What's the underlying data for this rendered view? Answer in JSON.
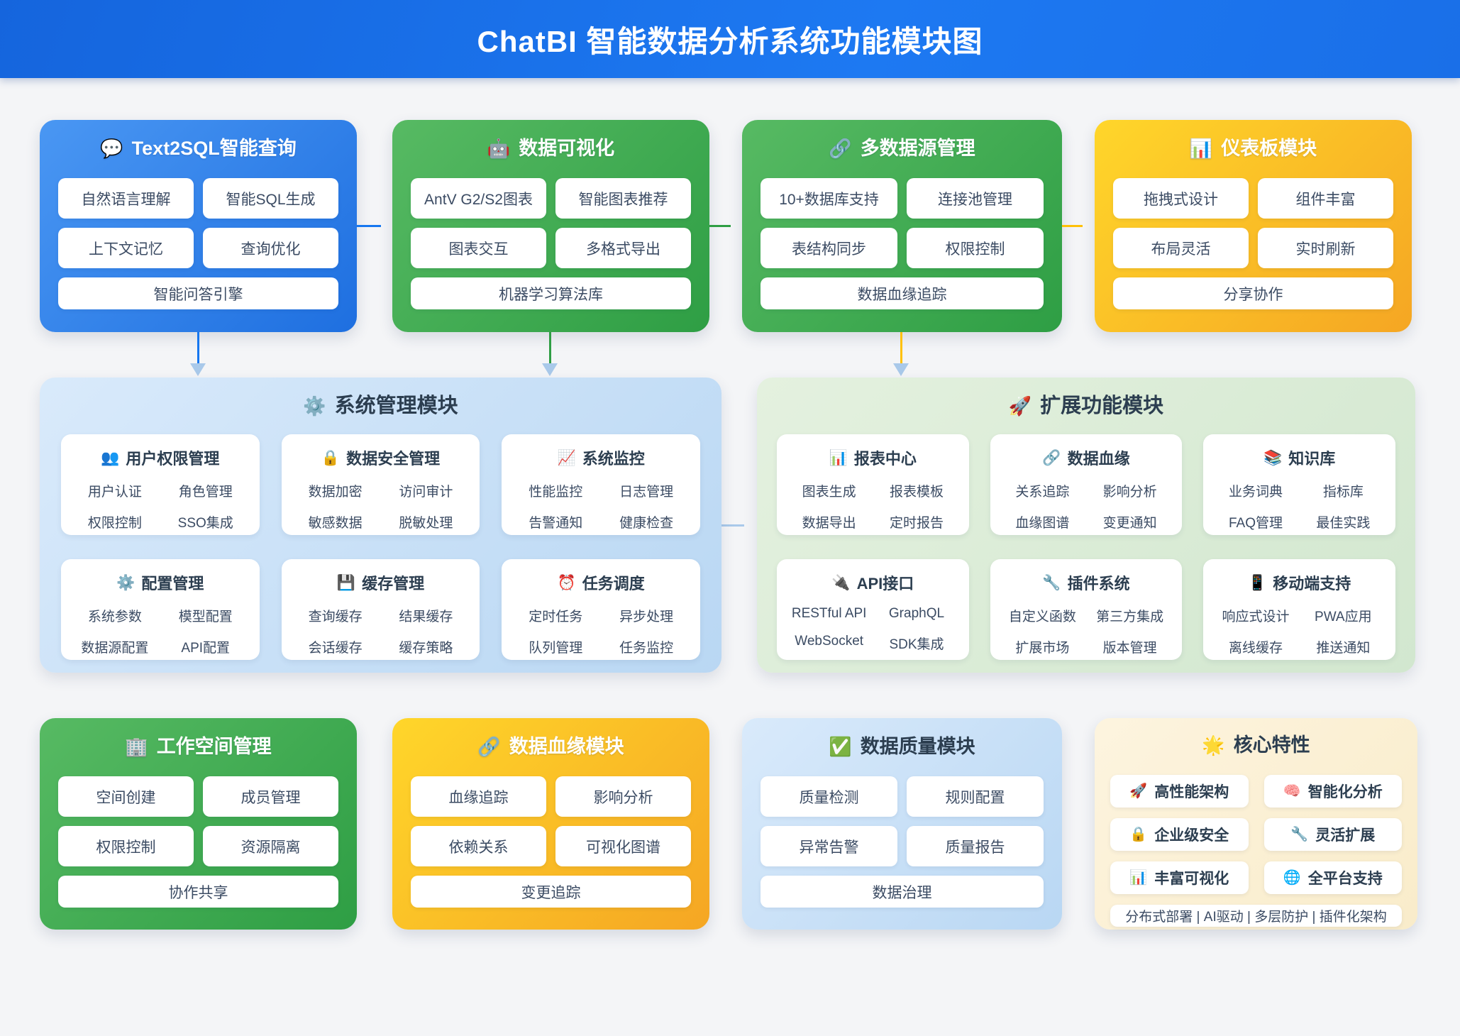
{
  "header": {
    "title": "ChatBI 智能数据分析系统功能模块图"
  },
  "top_modules": [
    {
      "icon": "💬",
      "title": "Text2SQL智能查询",
      "theme": "blue",
      "items": [
        "自然语言理解",
        "智能SQL生成",
        "上下文记忆",
        "查询优化",
        "智能问答引擎"
      ]
    },
    {
      "icon": "🤖",
      "title": "数据可视化",
      "theme": "green",
      "items": [
        "AntV G2/S2图表",
        "智能图表推荐",
        "图表交互",
        "多格式导出",
        "机器学习算法库"
      ]
    },
    {
      "icon": "🔗",
      "title": "多数据源管理",
      "theme": "green",
      "items": [
        "10+数据库支持",
        "连接池管理",
        "表结构同步",
        "权限控制",
        "数据血缘追踪"
      ]
    },
    {
      "icon": "📊",
      "title": "仪表板模块",
      "theme": "yellow",
      "items": [
        "拖拽式设计",
        "组件丰富",
        "布局灵活",
        "实时刷新",
        "分享协作"
      ]
    }
  ],
  "system_module": {
    "icon": "⚙️",
    "title": "系统管理模块",
    "subcards": [
      {
        "icon": "👥",
        "title": "用户权限管理",
        "items": [
          "用户认证",
          "角色管理",
          "权限控制",
          "SSO集成"
        ]
      },
      {
        "icon": "🔒",
        "title": "数据安全管理",
        "items": [
          "数据加密",
          "访问审计",
          "敏感数据",
          "脱敏处理"
        ]
      },
      {
        "icon": "📈",
        "title": "系统监控",
        "items": [
          "性能监控",
          "日志管理",
          "告警通知",
          "健康检查"
        ]
      },
      {
        "icon": "⚙️",
        "title": "配置管理",
        "items": [
          "系统参数",
          "模型配置",
          "数据源配置",
          "API配置"
        ]
      },
      {
        "icon": "💾",
        "title": "缓存管理",
        "items": [
          "查询缓存",
          "结果缓存",
          "会话缓存",
          "缓存策略"
        ]
      },
      {
        "icon": "⏰",
        "title": "任务调度",
        "items": [
          "定时任务",
          "异步处理",
          "队列管理",
          "任务监控"
        ]
      }
    ]
  },
  "extension_module": {
    "icon": "🚀",
    "title": "扩展功能模块",
    "subcards": [
      {
        "icon": "📊",
        "title": "报表中心",
        "items": [
          "图表生成",
          "报表模板",
          "数据导出",
          "定时报告"
        ]
      },
      {
        "icon": "🔗",
        "title": "数据血缘",
        "items": [
          "关系追踪",
          "影响分析",
          "血缘图谱",
          "变更通知"
        ]
      },
      {
        "icon": "📚",
        "title": "知识库",
        "items": [
          "业务词典",
          "指标库",
          "FAQ管理",
          "最佳实践"
        ]
      },
      {
        "icon": "🔌",
        "title": "API接口",
        "items": [
          "RESTful API",
          "GraphQL",
          "WebSocket",
          "SDK集成"
        ]
      },
      {
        "icon": "🔧",
        "title": "插件系统",
        "items": [
          "自定义函数",
          "第三方集成",
          "扩展市场",
          "版本管理"
        ]
      },
      {
        "icon": "📱",
        "title": "移动端支持",
        "items": [
          "响应式设计",
          "PWA应用",
          "离线缓存",
          "推送通知"
        ]
      }
    ]
  },
  "bottom_modules": [
    {
      "icon": "🏢",
      "title": "工作空间管理",
      "theme": "green",
      "items": [
        "空间创建",
        "成员管理",
        "权限控制",
        "资源隔离",
        "协作共享"
      ]
    },
    {
      "icon": "🔗",
      "title": "数据血缘模块",
      "theme": "yellow",
      "items": [
        "血缘追踪",
        "影响分析",
        "依赖关系",
        "可视化图谱",
        "变更追踪"
      ]
    },
    {
      "icon": "✅",
      "title": "数据质量模块",
      "theme": "lightblue",
      "items": [
        "质量检测",
        "规则配置",
        "异常告警",
        "质量报告",
        "数据治理"
      ]
    }
  ],
  "core_features": {
    "icon": "🌟",
    "title": "核心特性",
    "items": [
      {
        "icon": "🚀",
        "label": "高性能架构"
      },
      {
        "icon": "🧠",
        "label": "智能化分析"
      },
      {
        "icon": "🔒",
        "label": "企业级安全"
      },
      {
        "icon": "🔧",
        "label": "灵活扩展"
      },
      {
        "icon": "📊",
        "label": "丰富可视化"
      },
      {
        "icon": "🌐",
        "label": "全平台支持"
      }
    ],
    "footer": "分布式部署 | AI驱动 | 多层防护 | 插件化架构"
  },
  "colors": {
    "header_blue": "#1a6fe8",
    "card_blue": "#2f7ee8",
    "card_green": "#3fa84f",
    "card_yellow": "#f7b526",
    "panel_lightblue": "#c9def7",
    "panel_lightgreen": "#dcedd8",
    "panel_cream": "#fcf3dc",
    "arrow_blue": "#1677f0",
    "arrow_green": "#2f9e44",
    "arrow_yellow": "#ffc107",
    "arrow_lightblue": "#a9c9ea",
    "text_dark": "#2c3e50"
  }
}
